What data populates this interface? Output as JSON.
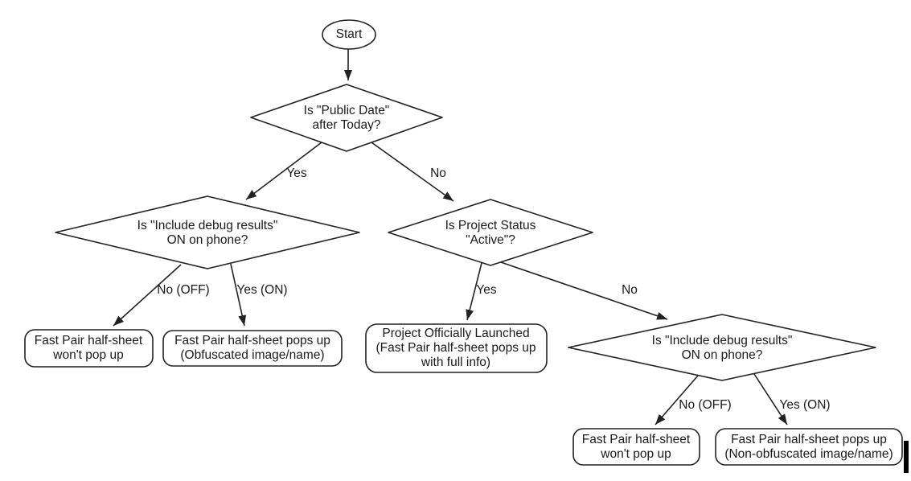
{
  "diagram": {
    "type": "flowchart",
    "colors": {
      "background": "#ffffff",
      "stroke": "#222222",
      "text": "#1a1a1a",
      "cursor_bar": "#000000"
    },
    "nodes": {
      "start": {
        "shape": "ellipse",
        "lines": [
          "Start"
        ]
      },
      "decision_public_date": {
        "shape": "diamond",
        "lines": [
          "Is \"Public Date\"",
          "after Today?"
        ]
      },
      "decision_debug_left": {
        "shape": "diamond",
        "lines": [
          "Is \"Include debug results\"",
          "ON on phone?"
        ]
      },
      "decision_project_status": {
        "shape": "diamond",
        "lines": [
          "Is Project Status",
          "\"Active\"?"
        ]
      },
      "decision_debug_right": {
        "shape": "diamond",
        "lines": [
          "Is \"Include debug results\"",
          "ON on phone?"
        ]
      },
      "outcome_wont_popup_left": {
        "shape": "rounded-rect",
        "lines": [
          "Fast Pair half-sheet",
          "won't pop up"
        ]
      },
      "outcome_obfuscated": {
        "shape": "rounded-rect",
        "lines": [
          "Fast Pair half-sheet pops up",
          "(Obfuscated image/name)"
        ]
      },
      "outcome_launched": {
        "shape": "rounded-rect",
        "lines": [
          "Project Officially Launched",
          "(Fast Pair half-sheet pops up",
          "with full info)"
        ]
      },
      "outcome_wont_popup_right": {
        "shape": "rounded-rect",
        "lines": [
          "Fast Pair half-sheet",
          "won't pop up"
        ]
      },
      "outcome_non_obfuscated": {
        "shape": "rounded-rect",
        "lines": [
          "Fast Pair half-sheet pops up",
          "(Non-obfuscated image/name)"
        ]
      }
    },
    "edges": [
      {
        "from": "start",
        "to": "decision_public_date",
        "label": ""
      },
      {
        "from": "decision_public_date",
        "to": "decision_debug_left",
        "label": "Yes"
      },
      {
        "from": "decision_public_date",
        "to": "decision_project_status",
        "label": "No"
      },
      {
        "from": "decision_debug_left",
        "to": "outcome_wont_popup_left",
        "label": "No (OFF)"
      },
      {
        "from": "decision_debug_left",
        "to": "outcome_obfuscated",
        "label": "Yes (ON)"
      },
      {
        "from": "decision_project_status",
        "to": "outcome_launched",
        "label": "Yes"
      },
      {
        "from": "decision_project_status",
        "to": "decision_debug_right",
        "label": "No"
      },
      {
        "from": "decision_debug_right",
        "to": "outcome_wont_popup_right",
        "label": "No (OFF)"
      },
      {
        "from": "decision_debug_right",
        "to": "outcome_non_obfuscated",
        "label": "Yes (ON)"
      }
    ]
  }
}
